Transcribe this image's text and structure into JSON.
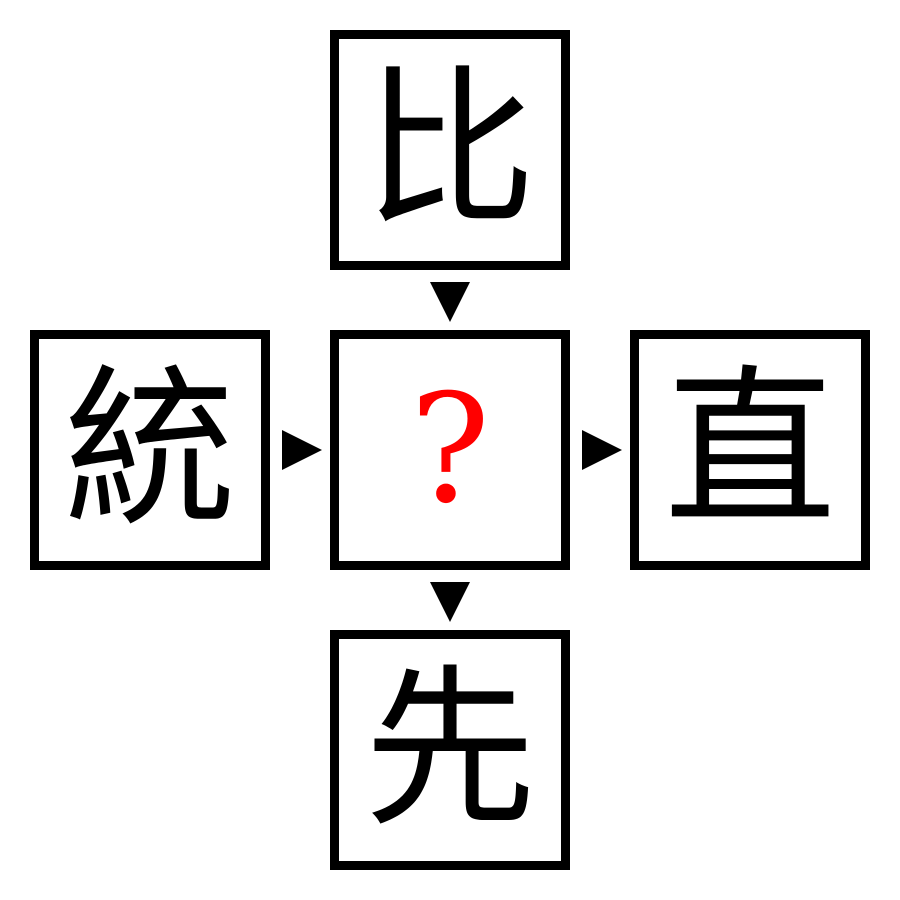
{
  "puzzle": {
    "top": "比",
    "left": "統",
    "center": "?",
    "right": "直",
    "bottom": "先"
  },
  "colors": {
    "border": "#000000",
    "text": "#000000",
    "question": "#ff0000",
    "arrow": "#000000"
  },
  "icons": {
    "arrow_down": "triangle-down",
    "arrow_right": "triangle-right"
  }
}
